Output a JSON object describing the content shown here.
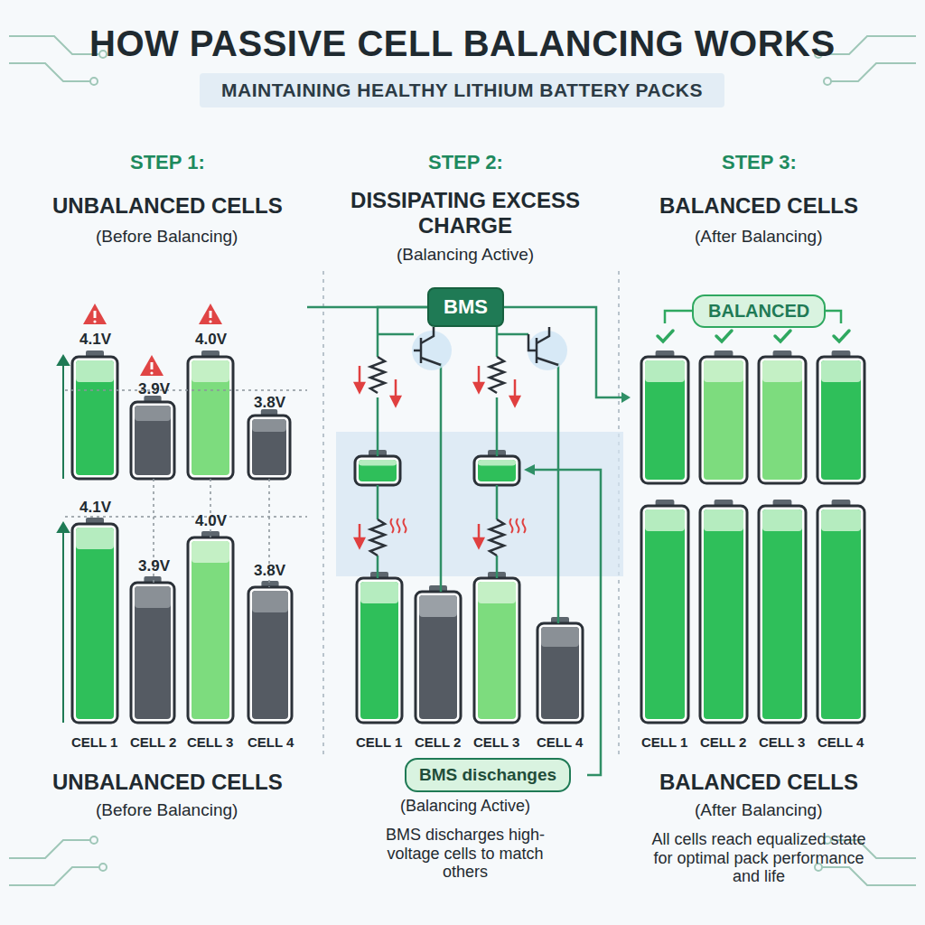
{
  "diagram": {
    "title": "HOW PASSIVE CELL BALANCING WORKS",
    "nodes": [
      {
        "text": [
          "MAINTAINING HEALTHY LITHIUM BATTERY PACKS"
        ]
      },
      {
        "text": [
          "BMS"
        ]
      },
      {
        "text": [
          "BALANCED"
        ]
      },
      {
        "text": [
          "BMS dischanges"
        ]
      }
    ],
    "labels": [
      "STEP 1:",
      "UNBALANCED CELLS",
      "(Before Balancing)",
      "STEP 2:",
      "DISSIPATING EXCESS CHARGE",
      "(Balancing Active)",
      "STEP 3:",
      "BALANCED CELLS",
      "(After Balancing)",
      "4.1V",
      "3.9V",
      "4.0V",
      "3.8V",
      "4.1V",
      "3.9V",
      "4.0V",
      "3.8V",
      "CELL 1",
      "CELL 2",
      "CELL 3",
      "CELL 4",
      "CELL 1",
      "CELL 2",
      "CELL 3",
      "CELL 4",
      "CELL 1",
      "CELL 2",
      "CELL 3",
      "CELL 4",
      "UNBALANCED CELLS",
      "(Before Balancing)",
      "(Balancing Active)",
      "BMS discharges high-voltage cells to match others",
      "BALANCED CELLS",
      "(After Balancing)",
      "All cells reach equalized state for optimal pack performance and life"
    ]
  }
}
